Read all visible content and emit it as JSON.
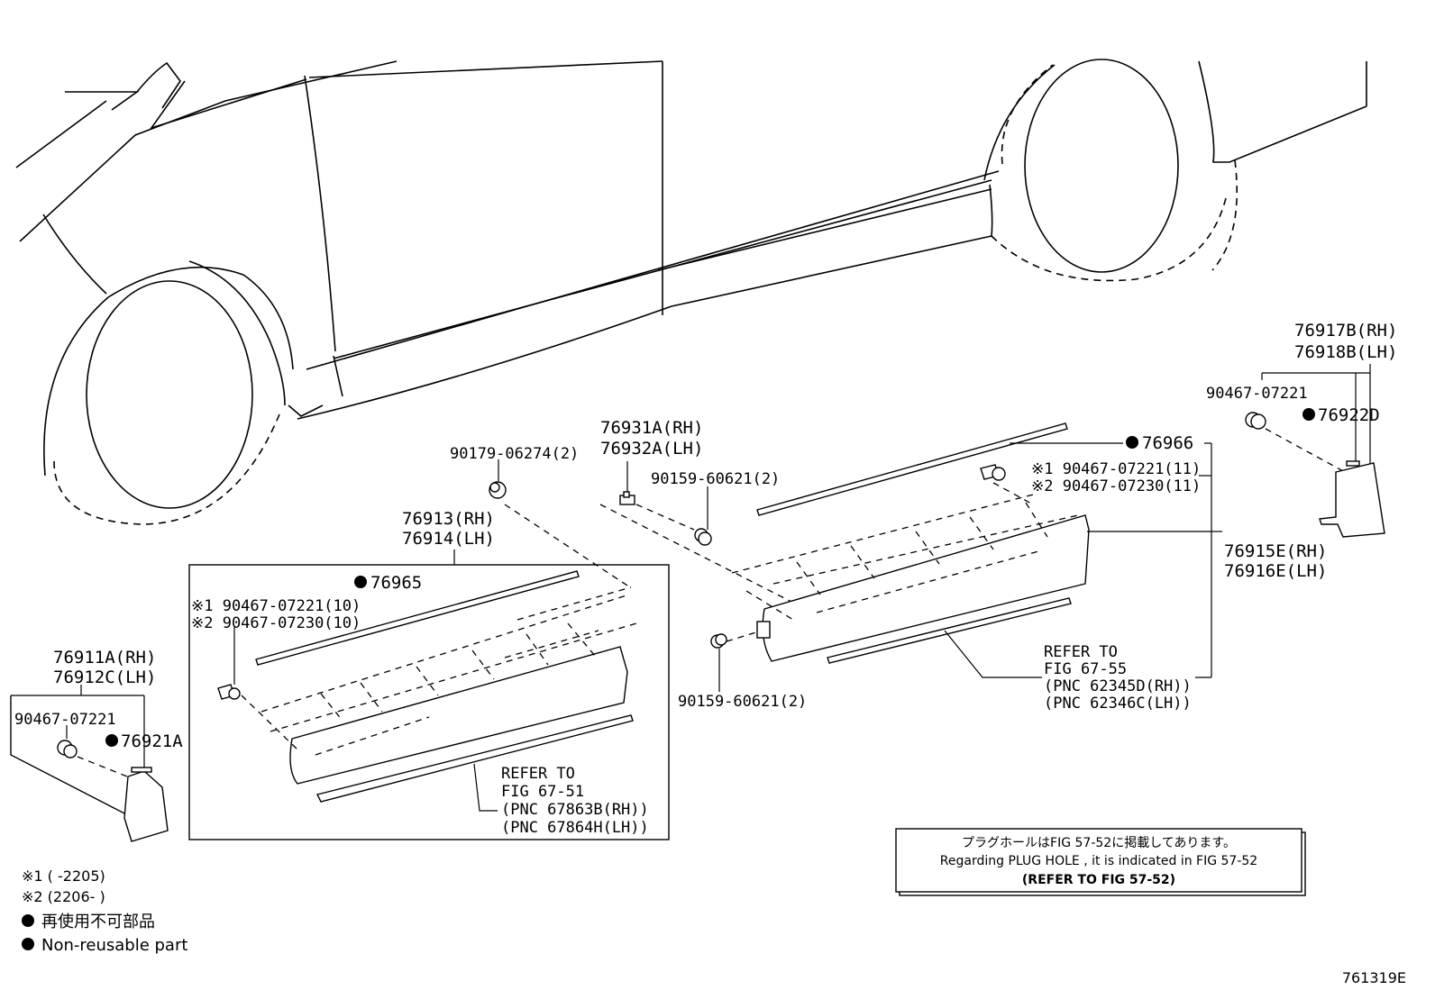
{
  "figure_id": "761319E",
  "labels": {
    "p90179": "90179-06274(2)",
    "p76913": "76913(RH)",
    "p76914": "76914(LH)",
    "p76965": "76965",
    "k1_left": "※1 90467-07221(10)",
    "k2_left": "※2 90467-07230(10)",
    "p76911": "76911A(RH)",
    "p76912": "76912C(LH)",
    "p90467_left": "90467-07221",
    "p76921": "76921A",
    "refer_left_1": "REFER TO",
    "refer_left_2": "FIG 67-51",
    "refer_left_3": "(PNC 67863B(RH))",
    "refer_left_4": "(PNC 67864H(LH))",
    "p76931": "76931A(RH)",
    "p76932": "76932A(LH)",
    "p90159_top": "90159-60621(2)",
    "p90159_bottom": "90159-60621(2)",
    "p76966": "76966",
    "k1_right": "※1 90467-07221(11)",
    "k2_right": "※2 90467-07230(11)",
    "p76915": "76915E(RH)",
    "p76916": "76916E(LH)",
    "refer_right_1": "REFER TO",
    "refer_right_2": "FIG 67-55",
    "refer_right_3": "(PNC 62345D(RH))",
    "refer_right_4": "(PNC 62346C(LH))",
    "p76917": "76917B(RH)",
    "p76918": "76918B(LH)",
    "p90467_right": "90467-07221",
    "p76922": "76922D"
  },
  "note": {
    "line1": "プラグホールはFIG 57-52に掲載してあります。",
    "line2": "Regarding PLUG HOLE , it is indicated in FIG 57-52",
    "line3": "(REFER TO FIG 57-52)"
  },
  "legend": {
    "k1": "※1 (      -2205)",
    "k2": "※2 (2206-      )",
    "nonreusable_ja": "再使用不可部品",
    "nonreusable_en": "Non-reusable part"
  },
  "colors": {
    "ink": "#000000",
    "paper": "#ffffff"
  },
  "icons": {
    "marker": "filled-circle-icon"
  }
}
